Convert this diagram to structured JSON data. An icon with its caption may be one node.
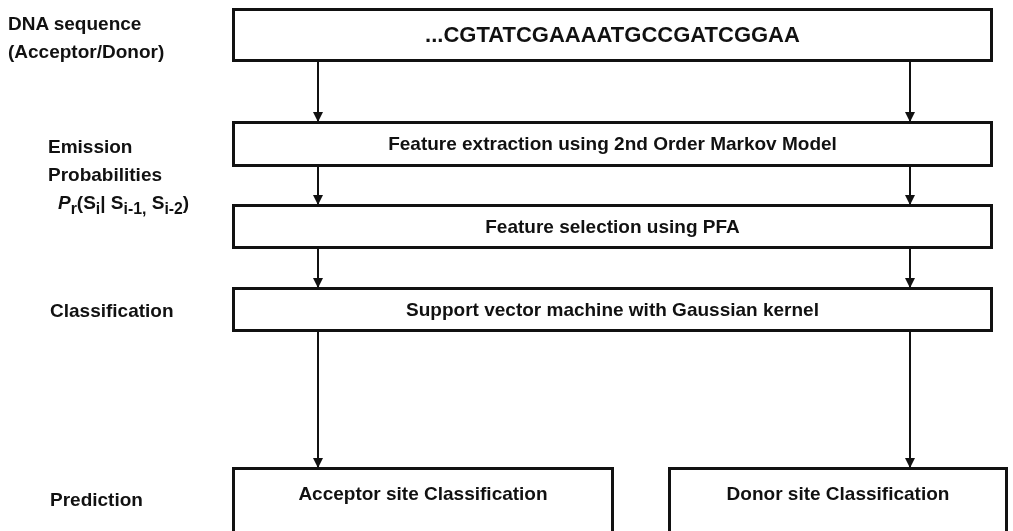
{
  "diagram": {
    "nodes": [
      {
        "text": [
          "...CGTATCGAAAATGCCGATCGGAA"
        ]
      },
      {
        "text": [
          "Feature extraction using 2nd Order Markov Model"
        ]
      },
      {
        "text": [
          "Feature selection using PFA"
        ]
      },
      {
        "text": [
          "Support vector machine with Gaussian kernel"
        ]
      },
      {
        "text": [
          "Acceptor site Classification"
        ]
      },
      {
        "text": [
          "Donor site Classification"
        ]
      }
    ],
    "edges": [
      {
        "from": 0,
        "to": 1,
        "arrow": "to"
      },
      {
        "from": 0,
        "to": 1,
        "arrow": "to"
      },
      {
        "from": 1,
        "to": 2,
        "arrow": "to"
      },
      {
        "from": 1,
        "to": 2,
        "arrow": "to"
      },
      {
        "from": 2,
        "to": 3,
        "arrow": "to"
      },
      {
        "from": 2,
        "to": 3,
        "arrow": "to"
      },
      {
        "from": 3,
        "to": 4,
        "arrow": "to"
      },
      {
        "from": 3,
        "to": 5,
        "arrow": "to"
      }
    ],
    "labels": [
      "DNA sequence (Acceptor/Donor)",
      "Emission Probabilities",
      "*P*$_{r}$(S$_{i}$| S$_{i-1,}$ S$_{i-2}$)",
      "Classification",
      "Prediction"
    ]
  }
}
